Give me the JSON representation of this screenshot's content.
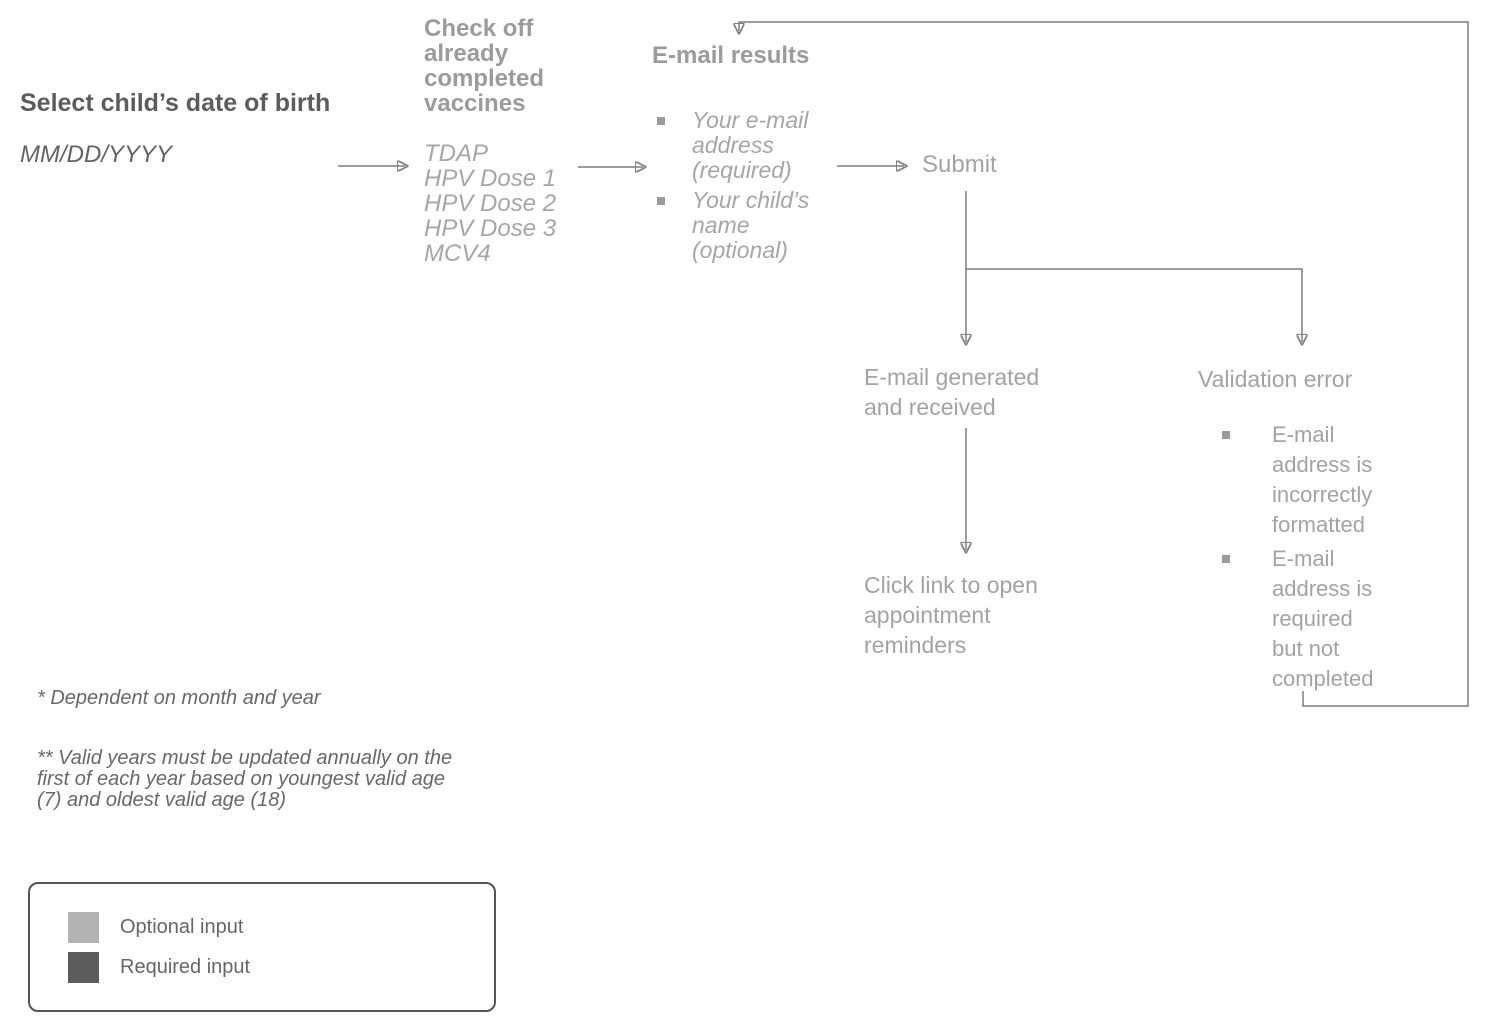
{
  "flow": {
    "step_dob": {
      "title": "Select child’s date of birth",
      "format_hint": "MM/DD/YYYY"
    },
    "step_vaccines": {
      "title": "Check off\nalready\ncompleted\nvaccines",
      "list": [
        "TDAP",
        "HPV Dose 1",
        "HPV Dose 2",
        "HPV Dose 3",
        "MCV4"
      ]
    },
    "step_email": {
      "title": "E-mail results",
      "fields": [
        "Your e-mail\naddress\n(required)",
        "Your child’s\nname\n(optional)"
      ]
    },
    "step_submit": {
      "label": "Submit"
    },
    "outcome_success": {
      "title": "E-mail generated\nand received",
      "action": "Click link to open\nappointment\nreminders"
    },
    "outcome_error": {
      "title": "Validation error",
      "reasons": [
        "E-mail\naddress is\nincorrectly\nformatted",
        "E-mail\naddress is\nrequired\nbut not\ncompleted"
      ]
    }
  },
  "footnotes": [
    "* Dependent on month and year",
    "** Valid years must be updated annually on the\nfirst of each year based on youngest valid age\n(7) and oldest valid age (18)"
  ],
  "legend": {
    "items": [
      {
        "label": "Optional input",
        "color": "#b3b3b3"
      },
      {
        "label": "Required input",
        "color": "#5c5c5c"
      }
    ]
  },
  "colors": {
    "wire": "#7d7d7d",
    "dark_text": "#5c5c5c",
    "gray_heading": "#9b9b9b",
    "light_italic": "#a6a6a6",
    "gray_text": "#a3a3a3",
    "footnote": "#686868",
    "legend_border": "#545454"
  }
}
